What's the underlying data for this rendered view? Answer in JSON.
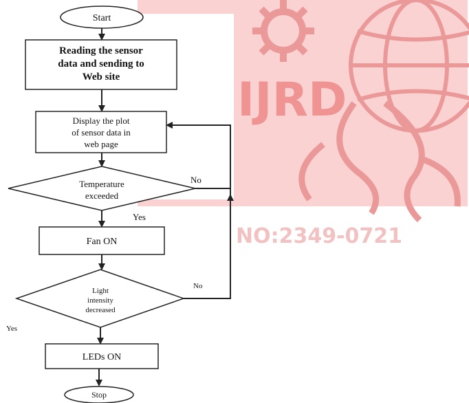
{
  "watermark": {
    "code": "IJRD",
    "issn": "NO:2349-0721",
    "color": "#e23b3b"
  },
  "flowchart": {
    "start": "Start",
    "step_read": [
      "Reading the sensor",
      "data and sending to",
      "Web site"
    ],
    "step_display": [
      "Display the plot",
      "of sensor data in",
      "web page"
    ],
    "decision_temp": [
      "Temperature",
      "exceeded"
    ],
    "step_fan": "Fan ON",
    "decision_light": [
      "Light",
      "intensity",
      "decreased"
    ],
    "step_leds": "LEDs ON",
    "stop": "Stop",
    "label_no_1": "No",
    "label_yes_1": "Yes",
    "label_no_2": "No",
    "label_yes_2": "Yes"
  }
}
